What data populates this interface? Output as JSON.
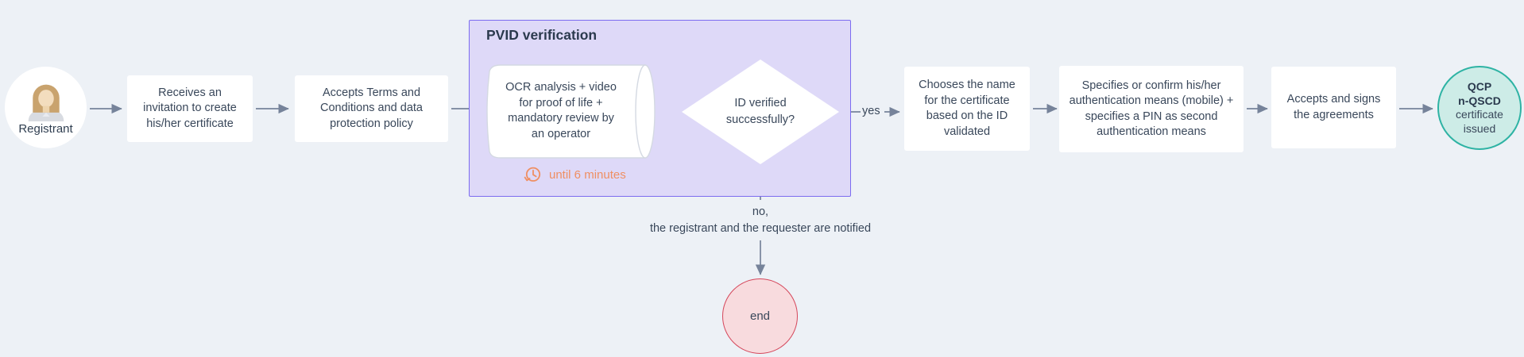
{
  "colors": {
    "bg": "#edf1f6",
    "text": "#39475a",
    "title": "#2b3a4e",
    "arrow": "#76839a",
    "node-bg": "#ffffff",
    "purple-border": "#7c6cf0",
    "purple-bg": "#ded9f8",
    "orange": "#ef8f63",
    "teal-border": "#2eb3a4",
    "teal-bg": "#cdece7",
    "red-border": "#d5465a",
    "red-bg": "#f8dbde",
    "cylinder-border": "#d4d9e2"
  },
  "diagram": {
    "registrant": {
      "label": "Registrant",
      "icon": "person-icon"
    },
    "steps": {
      "invitation": "Receives an invitation to create his/her certificate",
      "terms": "Accepts Terms and Conditions and data protection policy",
      "choose_name": "Chooses the name for the certificate based on the ID validated",
      "auth_means": "Specifies or confirm his/her authentication means (mobile) + specifies a PIN as second authentication means",
      "agreements": "Accepts and signs the agreements"
    },
    "pvid": {
      "title": "PVID verification",
      "process": "OCR analysis + video for proof of life + mandatory review by an operator",
      "duration_icon": "history-clock-icon",
      "duration": "until 6 minutes",
      "decision": "ID verified successfully?"
    },
    "branch": {
      "yes": "yes",
      "no": "no,",
      "no_note": "the registrant and the requester are notified"
    },
    "outcome": {
      "line1": "QCP",
      "line2": "n-QSCD",
      "line3": "certificate issued"
    },
    "end": "end"
  }
}
